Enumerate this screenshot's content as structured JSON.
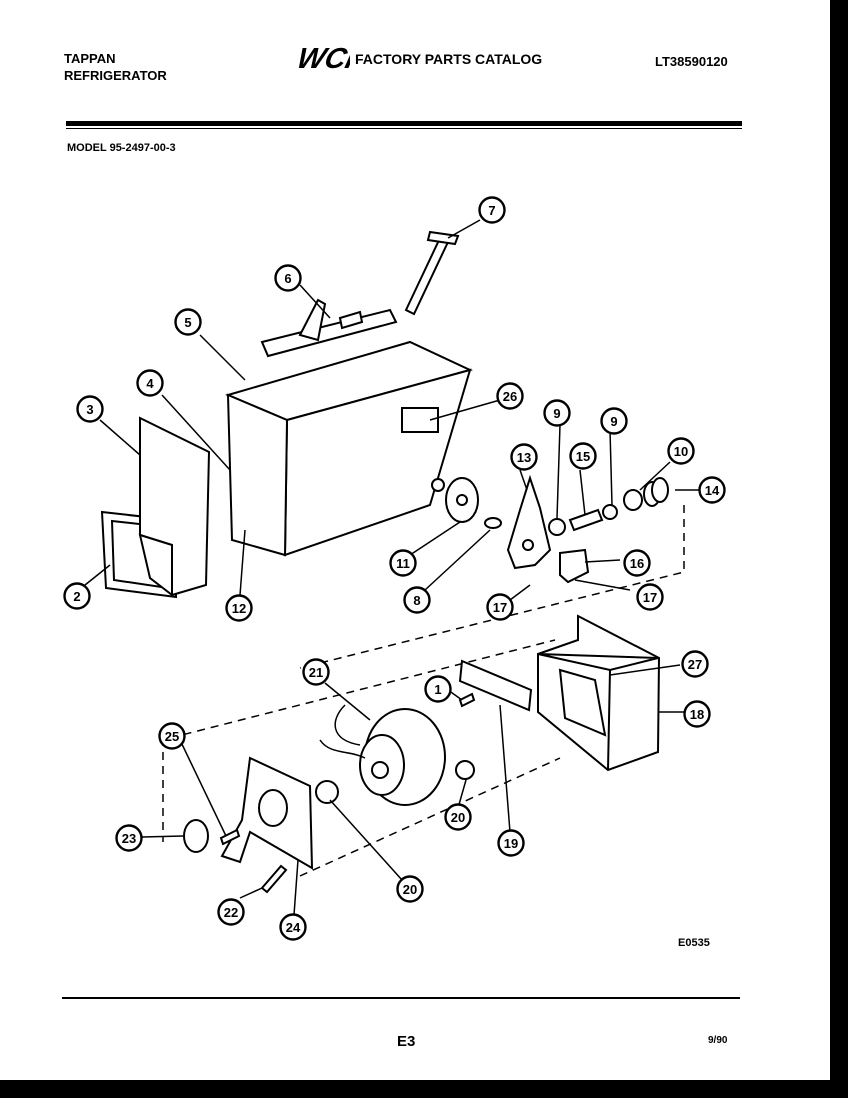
{
  "header": {
    "brand_line1": "TAPPAN",
    "brand_line2": "REFRIGERATOR",
    "logo_text": "WCI",
    "catalog_title": "FACTORY PARTS CATALOG",
    "catalog_number": "LT38590120",
    "model": "MODEL 95-2497-00-3"
  },
  "callouts": [
    "7",
    "6",
    "5",
    "26",
    "4",
    "3",
    "9",
    "9",
    "13",
    "15",
    "10",
    "14",
    "2",
    "11",
    "12",
    "8",
    "16",
    "17",
    "17",
    "21",
    "1",
    "27",
    "18",
    "25",
    "20",
    "19",
    "23",
    "20",
    "22",
    "24"
  ],
  "footer": {
    "figure_code": "E0535",
    "page": "E3",
    "date": "9/90"
  }
}
